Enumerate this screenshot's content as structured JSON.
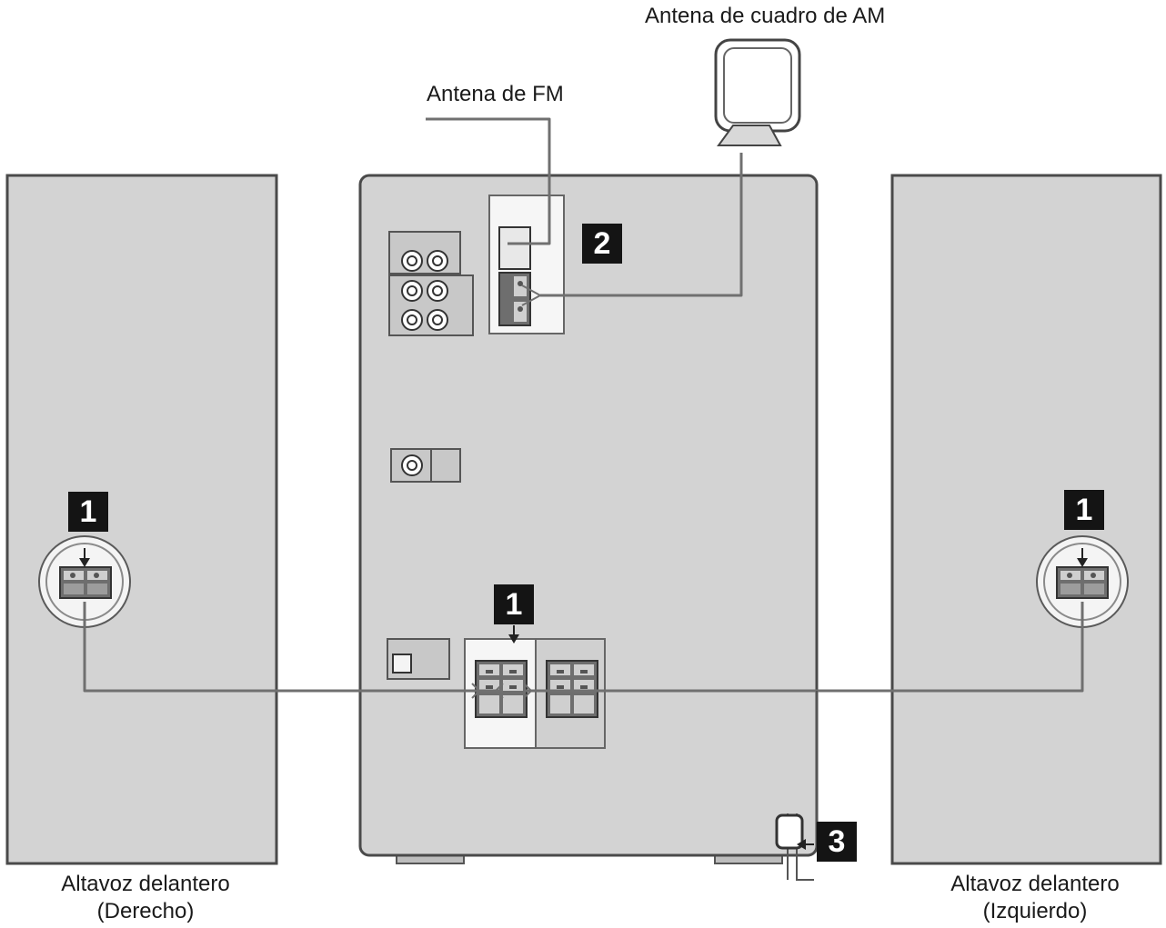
{
  "labels": {
    "am_antenna": "Antena de cuadro de AM",
    "fm_antenna": "Antena de FM",
    "right_speaker_line1": "Altavoz delantero",
    "right_speaker_line2": "(Derecho)",
    "left_speaker_line1": "Altavoz delantero",
    "left_speaker_line2": "(Izquierdo)"
  },
  "steps": {
    "speaker_right": "1",
    "unit_speaker_terminals": "1",
    "speaker_left": "1",
    "antenna_terminals": "2",
    "power_cord": "3"
  },
  "colors": {
    "panel": "#d3d3d3",
    "outline": "#4a4a4a",
    "cable": "#707070",
    "badge": "#141414"
  }
}
